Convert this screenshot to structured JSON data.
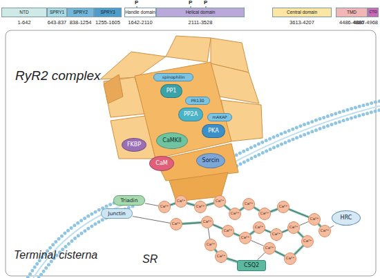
{
  "diagram": {
    "nodes": [
      {
        "text": [
          "NTD",
          "1-642"
        ]
      },
      {
        "text": [
          "SPRY1",
          "643-837"
        ]
      },
      {
        "text": [
          "SPRY2",
          "838-1254"
        ]
      },
      {
        "text": [
          "SPRY3",
          "1255-1605"
        ]
      },
      {
        "text": [
          "Handle domain",
          "1642-2110"
        ]
      },
      {
        "text": [
          "Helical domain",
          "2111-3528"
        ]
      },
      {
        "text": [
          "Central domain",
          "3613-4207"
        ]
      },
      {
        "text": [
          "TMD",
          "4486-4886"
        ]
      },
      {
        "text": [
          "CTD",
          "4887-4968"
        ]
      },
      {
        "text": [
          "spinophilin"
        ]
      },
      {
        "text": [
          "PP1"
        ]
      },
      {
        "text": [
          "PR130"
        ]
      },
      {
        "text": [
          "PP2A"
        ]
      },
      {
        "text": [
          "mAKAP"
        ]
      },
      {
        "text": [
          "PKA"
        ]
      },
      {
        "text": [
          "FKBP"
        ]
      },
      {
        "text": [
          "CaMKII"
        ]
      },
      {
        "text": [
          "CaM"
        ]
      },
      {
        "text": [
          "Sorcin"
        ]
      },
      {
        "text": [
          "Triadin"
        ]
      },
      {
        "text": [
          "Junctin"
        ]
      },
      {
        "text": [
          "HRC"
        ]
      },
      {
        "text": [
          "CSQ2"
        ]
      },
      {
        "text": [
          "Ca²⁺"
        ]
      },
      {
        "text": [
          "Ca²⁺"
        ]
      },
      {
        "text": [
          "Ca²⁺"
        ]
      },
      {
        "text": [
          "Ca²⁺"
        ]
      },
      {
        "text": [
          "Ca²⁺"
        ]
      },
      {
        "text": [
          "Ca²⁺"
        ]
      },
      {
        "text": [
          "Ca²⁺"
        ]
      },
      {
        "text": [
          "Ca²⁺"
        ]
      },
      {
        "text": [
          "Ca²⁺"
        ]
      },
      {
        "text": [
          "Ca²⁺"
        ]
      },
      {
        "text": [
          "Ca²⁺"
        ]
      },
      {
        "text": [
          "Ca²⁺"
        ]
      },
      {
        "text": [
          "Ca²⁺"
        ]
      },
      {
        "text": [
          "Ca²⁺"
        ]
      },
      {
        "text": [
          "Ca²⁺"
        ]
      },
      {
        "text": [
          "Ca²⁺"
        ]
      },
      {
        "text": [
          "Ca²⁺"
        ]
      },
      {
        "text": [
          "Ca²⁺"
        ]
      },
      {
        "text": [
          "Ca²⁺"
        ]
      },
      {
        "text": [
          "Ca²⁺"
        ]
      },
      {
        "text": [
          "Ca²⁺"
        ]
      },
      {
        "text": [
          "Ca²⁺"
        ]
      }
    ],
    "edges": [
      {
        "from": 19,
        "to": 23,
        "arrow": "none"
      },
      {
        "from": 20,
        "to": 32,
        "arrow": "none"
      },
      {
        "from": 23,
        "to": 24,
        "arrow": "none"
      },
      {
        "from": 24,
        "to": 25,
        "arrow": "none"
      },
      {
        "from": 25,
        "to": 26,
        "arrow": "none"
      },
      {
        "from": 26,
        "to": 27,
        "arrow": "none"
      },
      {
        "from": 27,
        "to": 28,
        "arrow": "none"
      },
      {
        "from": 28,
        "to": 29,
        "arrow": "none"
      },
      {
        "from": 29,
        "to": 30,
        "arrow": "none"
      },
      {
        "from": 30,
        "to": 41,
        "arrow": "none"
      },
      {
        "from": 32,
        "to": 31,
        "arrow": "none"
      },
      {
        "from": 31,
        "to": 33,
        "arrow": "none"
      },
      {
        "from": 33,
        "to": 34,
        "arrow": "none"
      },
      {
        "from": 34,
        "to": 35,
        "arrow": "none"
      },
      {
        "from": 35,
        "to": 36,
        "arrow": "none"
      },
      {
        "from": 36,
        "to": 37,
        "arrow": "none"
      },
      {
        "from": 37,
        "to": 41,
        "arrow": "none"
      },
      {
        "from": 41,
        "to": 42,
        "arrow": "none"
      },
      {
        "from": 42,
        "to": 21,
        "arrow": "none"
      },
      {
        "from": 37,
        "to": 38,
        "arrow": "none"
      },
      {
        "from": 38,
        "to": 40,
        "arrow": "none"
      },
      {
        "from": 40,
        "to": 39,
        "arrow": "none"
      },
      {
        "from": 39,
        "to": 34,
        "arrow": "none"
      },
      {
        "from": 31,
        "to": 44,
        "arrow": "none"
      },
      {
        "from": 44,
        "to": 43,
        "arrow": "none"
      },
      {
        "from": 43,
        "to": 22,
        "arrow": "none"
      },
      {
        "from": 22,
        "to": 39,
        "arrow": "none"
      }
    ],
    "labels": [
      "P",
      "P",
      "P",
      "RyR2 complex",
      "Terminal cisterna",
      "SR"
    ]
  }
}
